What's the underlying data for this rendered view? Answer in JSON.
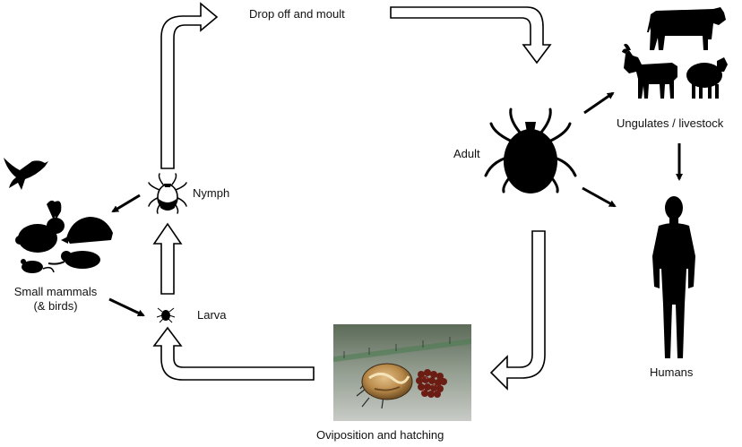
{
  "labels": {
    "drop_off": "Drop off and moult",
    "adult": "Adult",
    "ungulates": "Ungulates / livestock",
    "humans": "Humans",
    "nymph": "Nymph",
    "small_mammals_line1": "Small mammals",
    "small_mammals_line2": "(& birds)",
    "larva": "Larva",
    "oviposition": "Oviposition and hatching"
  },
  "colors": {
    "silhouette": "#000000",
    "arrow_outline": "#000000",
    "arrow_fill": "#ffffff",
    "photo_background": "#8f9a8c",
    "tick_body": "#b98a4a",
    "eggs": "#6b1d14"
  }
}
